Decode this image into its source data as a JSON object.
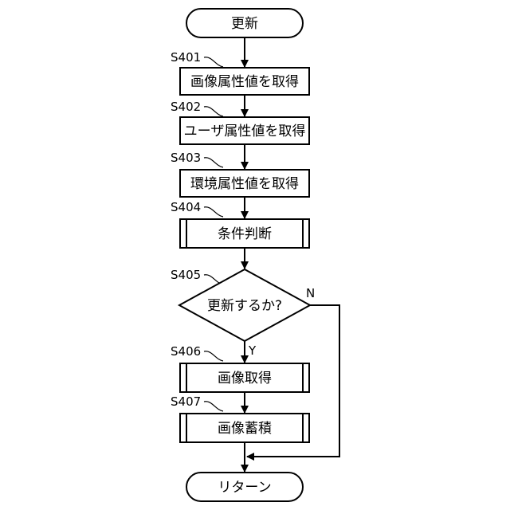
{
  "flowchart": {
    "start": "更新",
    "end": "リターン",
    "steps": [
      {
        "label": "S401",
        "text": "画像属性値を取得"
      },
      {
        "label": "S402",
        "text": "ユーザ属性値を取得"
      },
      {
        "label": "S403",
        "text": "環境属性値を取得"
      },
      {
        "label": "S404",
        "text": "条件判断"
      },
      {
        "label": "S405",
        "text": "更新するか?"
      },
      {
        "label": "S406",
        "text": "画像取得"
      },
      {
        "label": "S407",
        "text": "画像蓄積"
      }
    ],
    "decision_yes": "Y",
    "decision_no": "N"
  }
}
